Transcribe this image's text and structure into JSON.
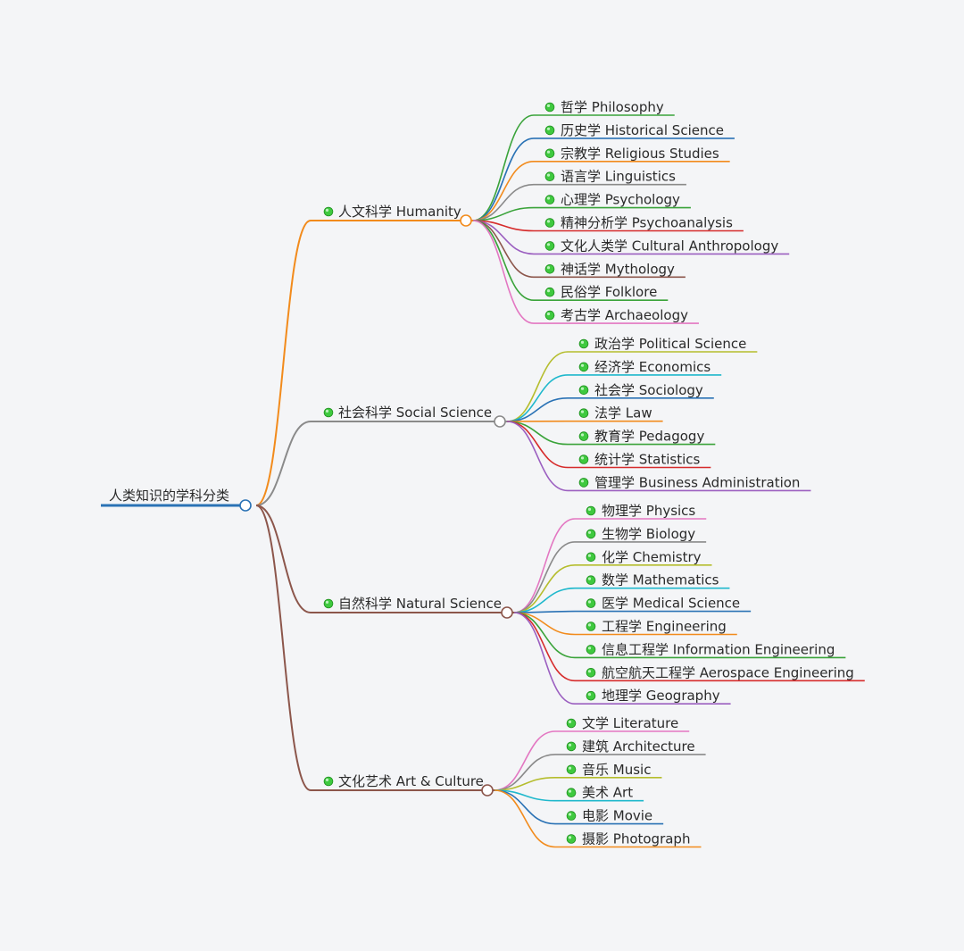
{
  "root": {
    "label": "人类知识的学科分类",
    "color": "#2a72b5"
  },
  "branches": [
    {
      "label": "人文科学 Humanity",
      "color": "#f28b1c",
      "children": [
        {
          "label": "哲学 Philosophy",
          "color": "#3aa33a"
        },
        {
          "label": "历史学 Historical Science",
          "color": "#2a72b5"
        },
        {
          "label": "宗教学 Religious Studies",
          "color": "#f28b1c"
        },
        {
          "label": "语言学 Linguistics",
          "color": "#8a8a8a"
        },
        {
          "label": "心理学 Psychology",
          "color": "#3aa33a"
        },
        {
          "label": "精神分析学 Psychoanalysis",
          "color": "#d62b2b"
        },
        {
          "label": "文化人类学 Cultural Anthropology",
          "color": "#9b5fc0"
        },
        {
          "label": "神话学 Mythology",
          "color": "#8c564b"
        },
        {
          "label": "民俗学 Folklore",
          "color": "#3aa33a"
        },
        {
          "label": "考古学 Archaeology",
          "color": "#e377c2"
        }
      ]
    },
    {
      "label": "社会科学 Social Science",
      "color": "#8a8a8a",
      "children": [
        {
          "label": "政治学 Political Science",
          "color": "#b5bd2d"
        },
        {
          "label": "经济学 Economics",
          "color": "#1fb8cc"
        },
        {
          "label": "社会学 Sociology",
          "color": "#2a72b5"
        },
        {
          "label": "法学 Law",
          "color": "#f28b1c"
        },
        {
          "label": "教育学 Pedagogy",
          "color": "#3aa33a"
        },
        {
          "label": "统计学 Statistics",
          "color": "#d62b2b"
        },
        {
          "label": "管理学 Business Administration",
          "color": "#9b5fc0"
        }
      ]
    },
    {
      "label": "自然科学 Natural Science",
      "color": "#8c564b",
      "children": [
        {
          "label": "物理学 Physics",
          "color": "#e377c2"
        },
        {
          "label": "生物学 Biology",
          "color": "#8a8a8a"
        },
        {
          "label": "化学 Chemistry",
          "color": "#b5bd2d"
        },
        {
          "label": "数学 Mathematics",
          "color": "#1fb8cc"
        },
        {
          "label": "医学 Medical Science",
          "color": "#2a72b5"
        },
        {
          "label": "工程学 Engineering",
          "color": "#f28b1c"
        },
        {
          "label": "信息工程学 Information Engineering",
          "color": "#3aa33a"
        },
        {
          "label": "航空航天工程学 Aerospace Engineering",
          "color": "#d62b2b"
        },
        {
          "label": "地理学 Geography",
          "color": "#9b5fc0"
        }
      ]
    },
    {
      "label": "文化艺术 Art & Culture",
      "color": "#8c564b",
      "children": [
        {
          "label": "文学 Literature",
          "color": "#e377c2"
        },
        {
          "label": "建筑 Architecture",
          "color": "#8a8a8a"
        },
        {
          "label": "音乐 Music",
          "color": "#b5bd2d"
        },
        {
          "label": "美术 Art",
          "color": "#1fb8cc"
        },
        {
          "label": "电影 Movie",
          "color": "#2a72b5"
        },
        {
          "label": "摄影 Photograph",
          "color": "#f28b1c"
        }
      ]
    }
  ]
}
